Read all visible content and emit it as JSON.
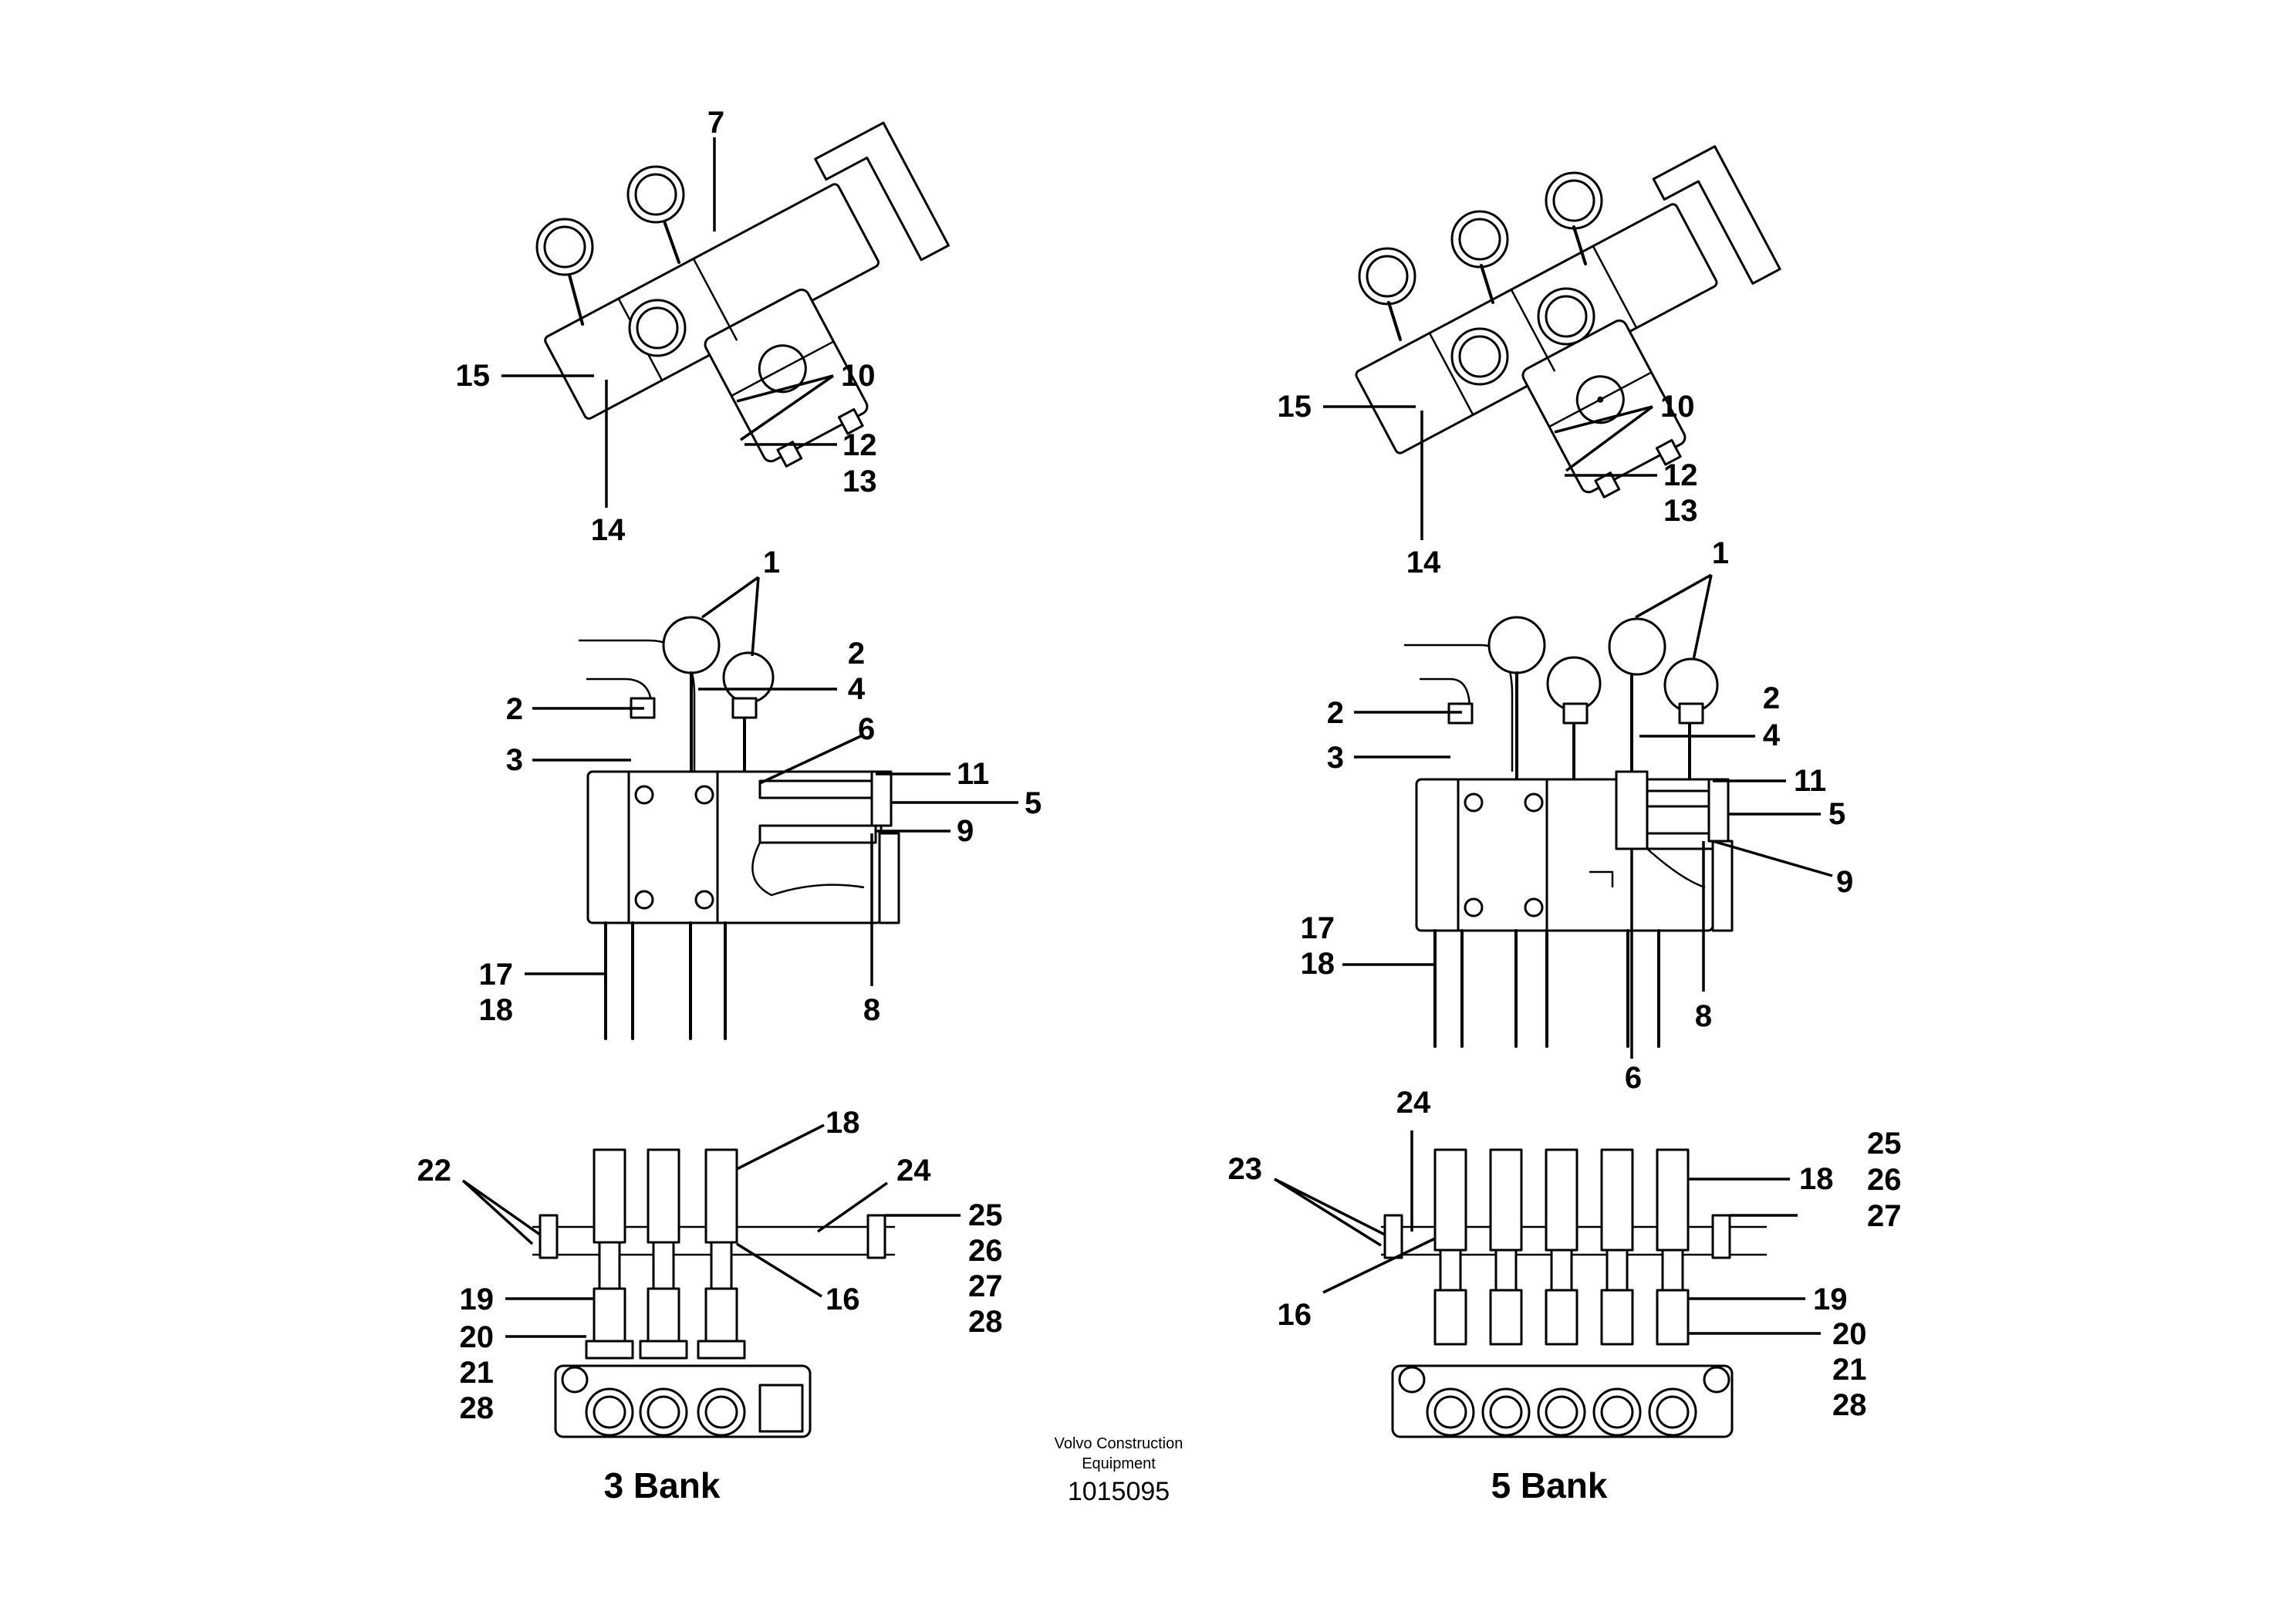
{
  "captions": {
    "left": "3 Bank",
    "right": "5 Bank"
  },
  "brand": {
    "line1": "Volvo Construction",
    "line2": "Equipment",
    "doc_number": "1015095"
  },
  "left_callouts": {
    "top": [
      "7",
      "15",
      "10",
      "12",
      "13",
      "14"
    ],
    "middle": [
      "1",
      "2",
      "4",
      "2",
      "3",
      "6",
      "11",
      "5",
      "9",
      "17",
      "18",
      "8"
    ],
    "bottom": [
      "18",
      "22",
      "24",
      "25",
      "26",
      "27",
      "28",
      "19",
      "16",
      "20",
      "21",
      "28"
    ]
  },
  "right_callouts": {
    "top": [
      "15",
      "10",
      "12",
      "13",
      "14"
    ],
    "middle": [
      "1",
      "2",
      "4",
      "2",
      "3",
      "11",
      "5",
      "9",
      "17",
      "18",
      "8",
      "6"
    ],
    "bottom": [
      "24",
      "25",
      "26",
      "23",
      "18",
      "27",
      "16",
      "19",
      "20",
      "21",
      "28"
    ]
  }
}
